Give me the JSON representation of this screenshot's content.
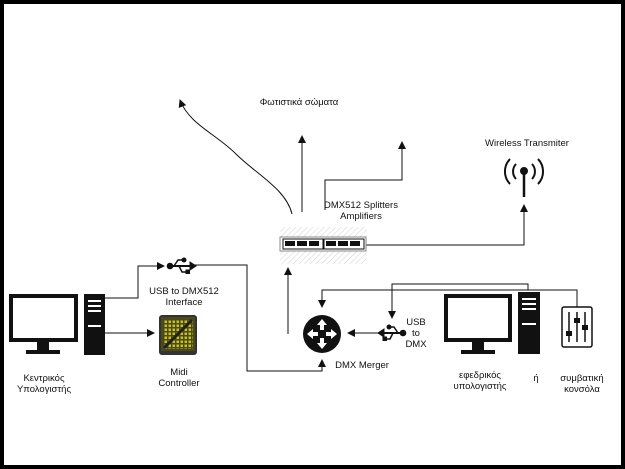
{
  "labels": {
    "fixtures": "Φωτιστικά σώματα",
    "wireless": "Wireless Transmiter",
    "splitters": "DMX512 Splitters\nAmplifiers",
    "usb_dmx512": "USB to DMX512\nInterface",
    "main_pc": "Κεντρικός\nΥπολογιστής",
    "midi": "Midi\nController",
    "dmx_merger": "DMX Merger",
    "usb_to_dmx": "USB\nto\nDMX",
    "backup_pc": "εφεδρικός\nυπολογιστής",
    "or": "ή",
    "console": "συμβατική\nκονσόλα"
  },
  "icons": [
    "monitor-icon",
    "pc-tower-icon",
    "usb-icon",
    "midi-controller-icon",
    "dmx-splitter-icon",
    "dmx-merger-icon",
    "antenna-icon",
    "mixing-console-icon"
  ],
  "colors": {
    "frame": "#000000",
    "background": "#ffffff",
    "line": "#111111",
    "midi_grid": "#c8c020"
  }
}
